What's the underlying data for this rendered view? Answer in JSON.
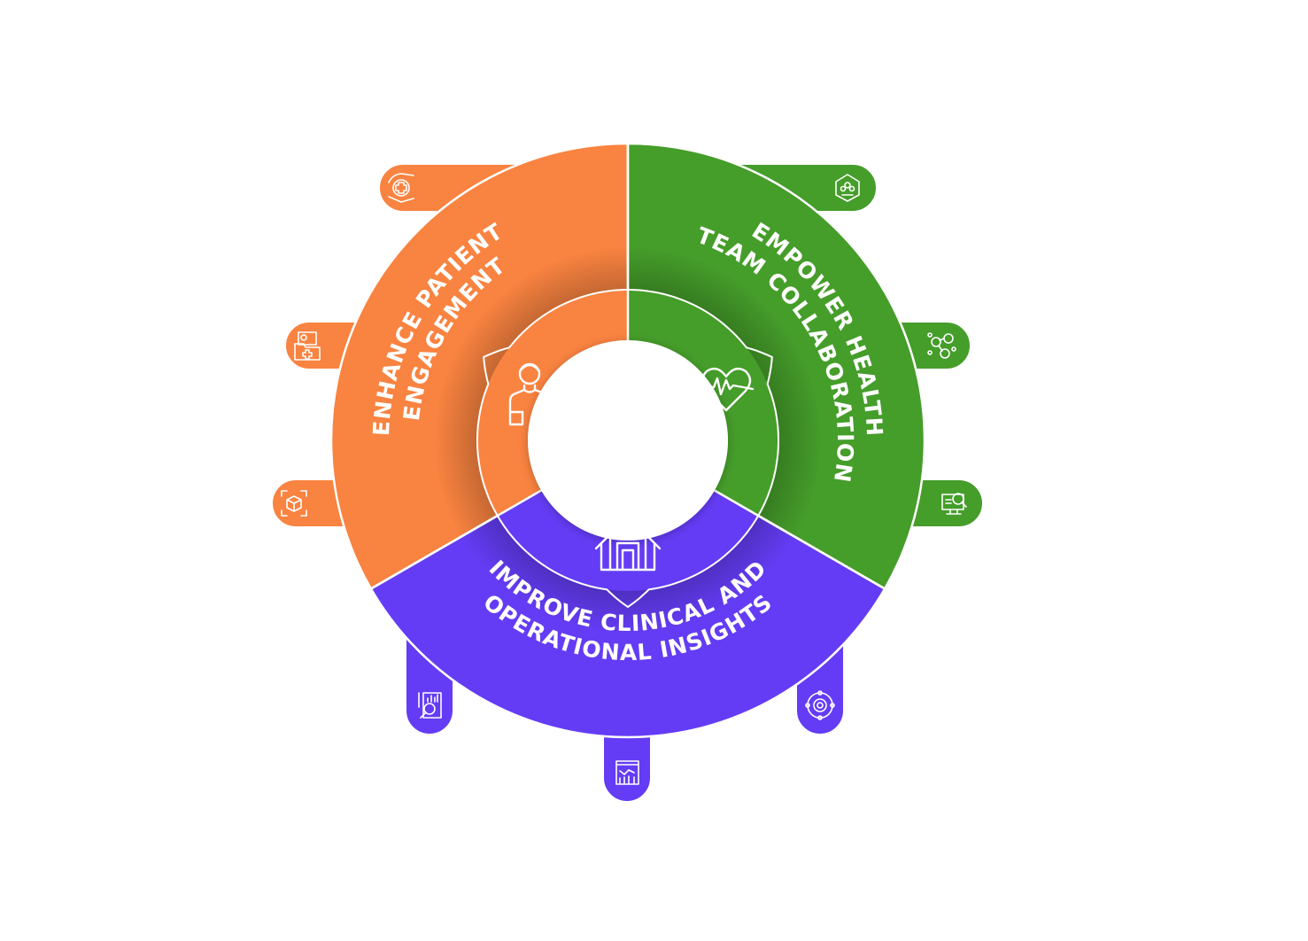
{
  "colors": {
    "orange": "#F98340",
    "green": "#459D2A",
    "purple": "#643CF5",
    "divider": "#ffffff",
    "center": "#ffffff"
  },
  "segments": [
    {
      "id": "patient",
      "color_key": "orange",
      "title_lines": [
        "ENHANCE PATIENT",
        "ENGAGEMENT"
      ],
      "center_icon": "patient-person-icon",
      "tabs": [
        {
          "icon": "caring-hands-medical-icon"
        },
        {
          "icon": "medical-folder-icon"
        },
        {
          "icon": "3d-cube-scan-icon"
        }
      ]
    },
    {
      "id": "team",
      "color_key": "green",
      "title_lines": [
        "EMPOWER HEALTH",
        "TEAM COLLABORATION"
      ],
      "center_icon": "heart-pulse-icon",
      "tabs": [
        {
          "icon": "team-network-icon"
        },
        {
          "icon": "people-connection-icon"
        },
        {
          "icon": "monitor-search-icon"
        }
      ]
    },
    {
      "id": "insights",
      "color_key": "purple",
      "title_lines": [
        "IMPROVE CLINICAL AND",
        "OPERATIONAL INSIGHTS"
      ],
      "center_icon": "hospital-building-icon",
      "tabs": [
        {
          "icon": "report-analysis-icon"
        },
        {
          "icon": "dashboard-chart-icon"
        },
        {
          "icon": "gear-cycle-icon"
        }
      ]
    }
  ]
}
